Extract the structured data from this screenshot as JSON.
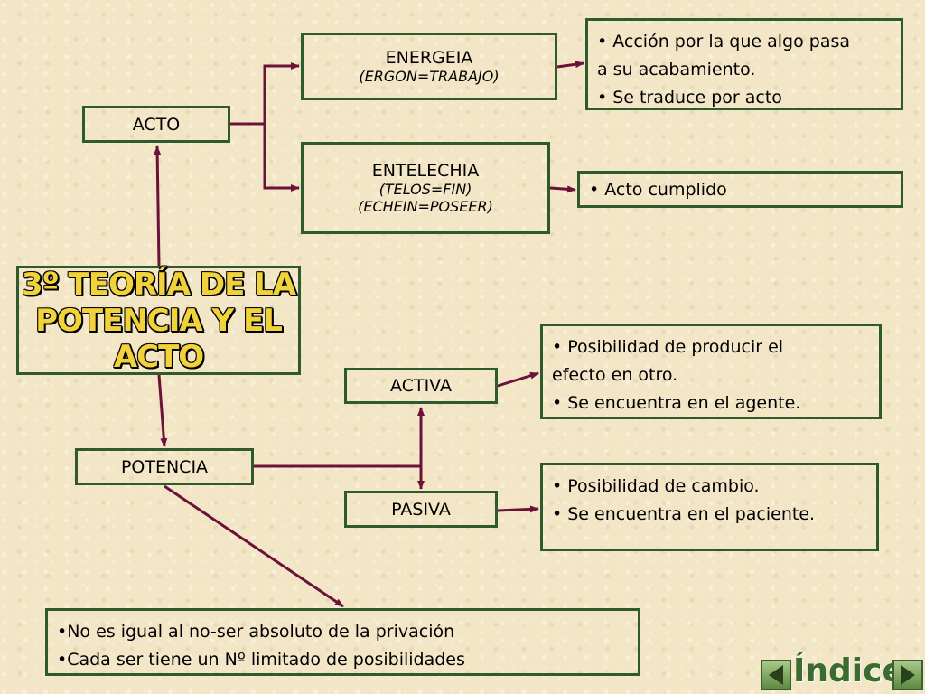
{
  "title": {
    "line1": "3º TEORÍA DE LA",
    "line2": "POTENCIA Y EL ACTO"
  },
  "acto": {
    "label": "ACTO"
  },
  "energeia": {
    "label": "ENERGEIA",
    "sub": "(ERGON=TRABAJO)"
  },
  "entelechia": {
    "label": "ENTELECHIA",
    "sub1": "(TELOS=FIN)",
    "sub2": "(ECHEIN=POSEER)"
  },
  "energeia_desc": [
    "• Acción por la que algo pasa",
    "a su acabamiento.",
    "• Se traduce por acto"
  ],
  "entelechia_desc": [
    "• Acto cumplido"
  ],
  "potencia": {
    "label": "POTENCIA"
  },
  "activa": {
    "label": "ACTIVA"
  },
  "activa_desc": [
    "• Posibilidad de producir el",
    "efecto en otro.",
    "• Se encuentra en el agente."
  ],
  "pasiva": {
    "label": "PASIVA"
  },
  "pasiva_desc": [
    "• Posibilidad de cambio.",
    "• Se encuentra en el paciente."
  ],
  "potencia_desc": [
    "•No es igual al no-ser absoluto de la privación",
    "•Cada ser tiene un Nº limitado de posibilidades"
  ],
  "nav": {
    "label": "Índice",
    "prev_icon": "arrow-left-icon",
    "next_icon": "arrow-right-icon"
  },
  "colors": {
    "border": "#2f5a2c",
    "connector": "#6b1238",
    "title_fill": "#f1d23a",
    "background": "#f3e6c6"
  }
}
